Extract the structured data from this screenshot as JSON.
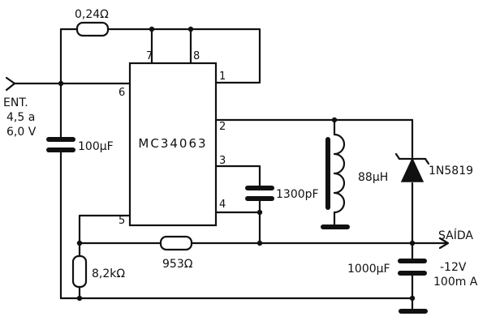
{
  "circuit": {
    "chip_label": "MC34063",
    "pins": {
      "p1": "1",
      "p2": "2",
      "p3": "3",
      "p4": "4",
      "p5": "5",
      "p6": "6",
      "p7": "7",
      "p8": "8"
    },
    "resistors": {
      "sense": "0,24Ω",
      "r953": "953Ω",
      "r82k": "8,2kΩ"
    },
    "capacitors": {
      "input": "100μF",
      "timing": "1300pF",
      "output": "1000μF"
    },
    "inductor": "88μH",
    "diode": "1N5819",
    "input_label": [
      "ENT.",
      "4,5 a",
      "6,0 V"
    ],
    "output_label": [
      "SAÍDA",
      "-12V",
      "100m A"
    ]
  }
}
